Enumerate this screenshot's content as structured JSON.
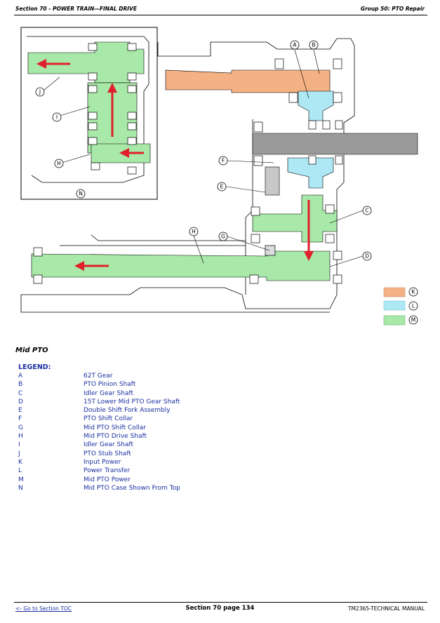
{
  "header": {
    "left": "Section 70 - POWER TRAIN—FINAL DRIVE",
    "right": "Group 50: PTO Repair"
  },
  "diagram": {
    "callouts": [
      "A",
      "B",
      "C",
      "D",
      "E",
      "F",
      "G",
      "H",
      "I",
      "J",
      "N",
      "K",
      "L",
      "M"
    ],
    "colors": {
      "input_power": "#f4b183",
      "power_transfer": "#aee8f5",
      "mid_pto_power": "#a8e8a8",
      "arrow": "#e0202a"
    }
  },
  "section_title": "Mid PTO",
  "legend": {
    "title": "LEGEND:",
    "items": [
      {
        "key": "A",
        "text": "62T Gear"
      },
      {
        "key": "B",
        "text": "PTO Pinion Shaft"
      },
      {
        "key": "C",
        "text": "Idler Gear Shaft"
      },
      {
        "key": "D",
        "text": "15T Lower Mid PTO Gear Shaft"
      },
      {
        "key": "E",
        "text": "Double Shift Fork Assembly"
      },
      {
        "key": "F",
        "text": "PTO Shift Collar"
      },
      {
        "key": "G",
        "text": "Mid PTO Shift Collar"
      },
      {
        "key": "H",
        "text": "Mid PTO Drive Shaft"
      },
      {
        "key": "I",
        "text": "Idler Gear Shaft"
      },
      {
        "key": "J",
        "text": "PTO Stub Shaft"
      },
      {
        "key": "K",
        "text": "Input Power"
      },
      {
        "key": "L",
        "text": "Power Transfer"
      },
      {
        "key": "M",
        "text": "Mid PTO Power"
      },
      {
        "key": "N",
        "text": "Mid PTO Case Shown From Top"
      }
    ]
  },
  "footer": {
    "link": "<- Go to Section TOC",
    "center": "Section 70 page 134",
    "right": "TM2365-TECHNICAL MANUAL"
  }
}
